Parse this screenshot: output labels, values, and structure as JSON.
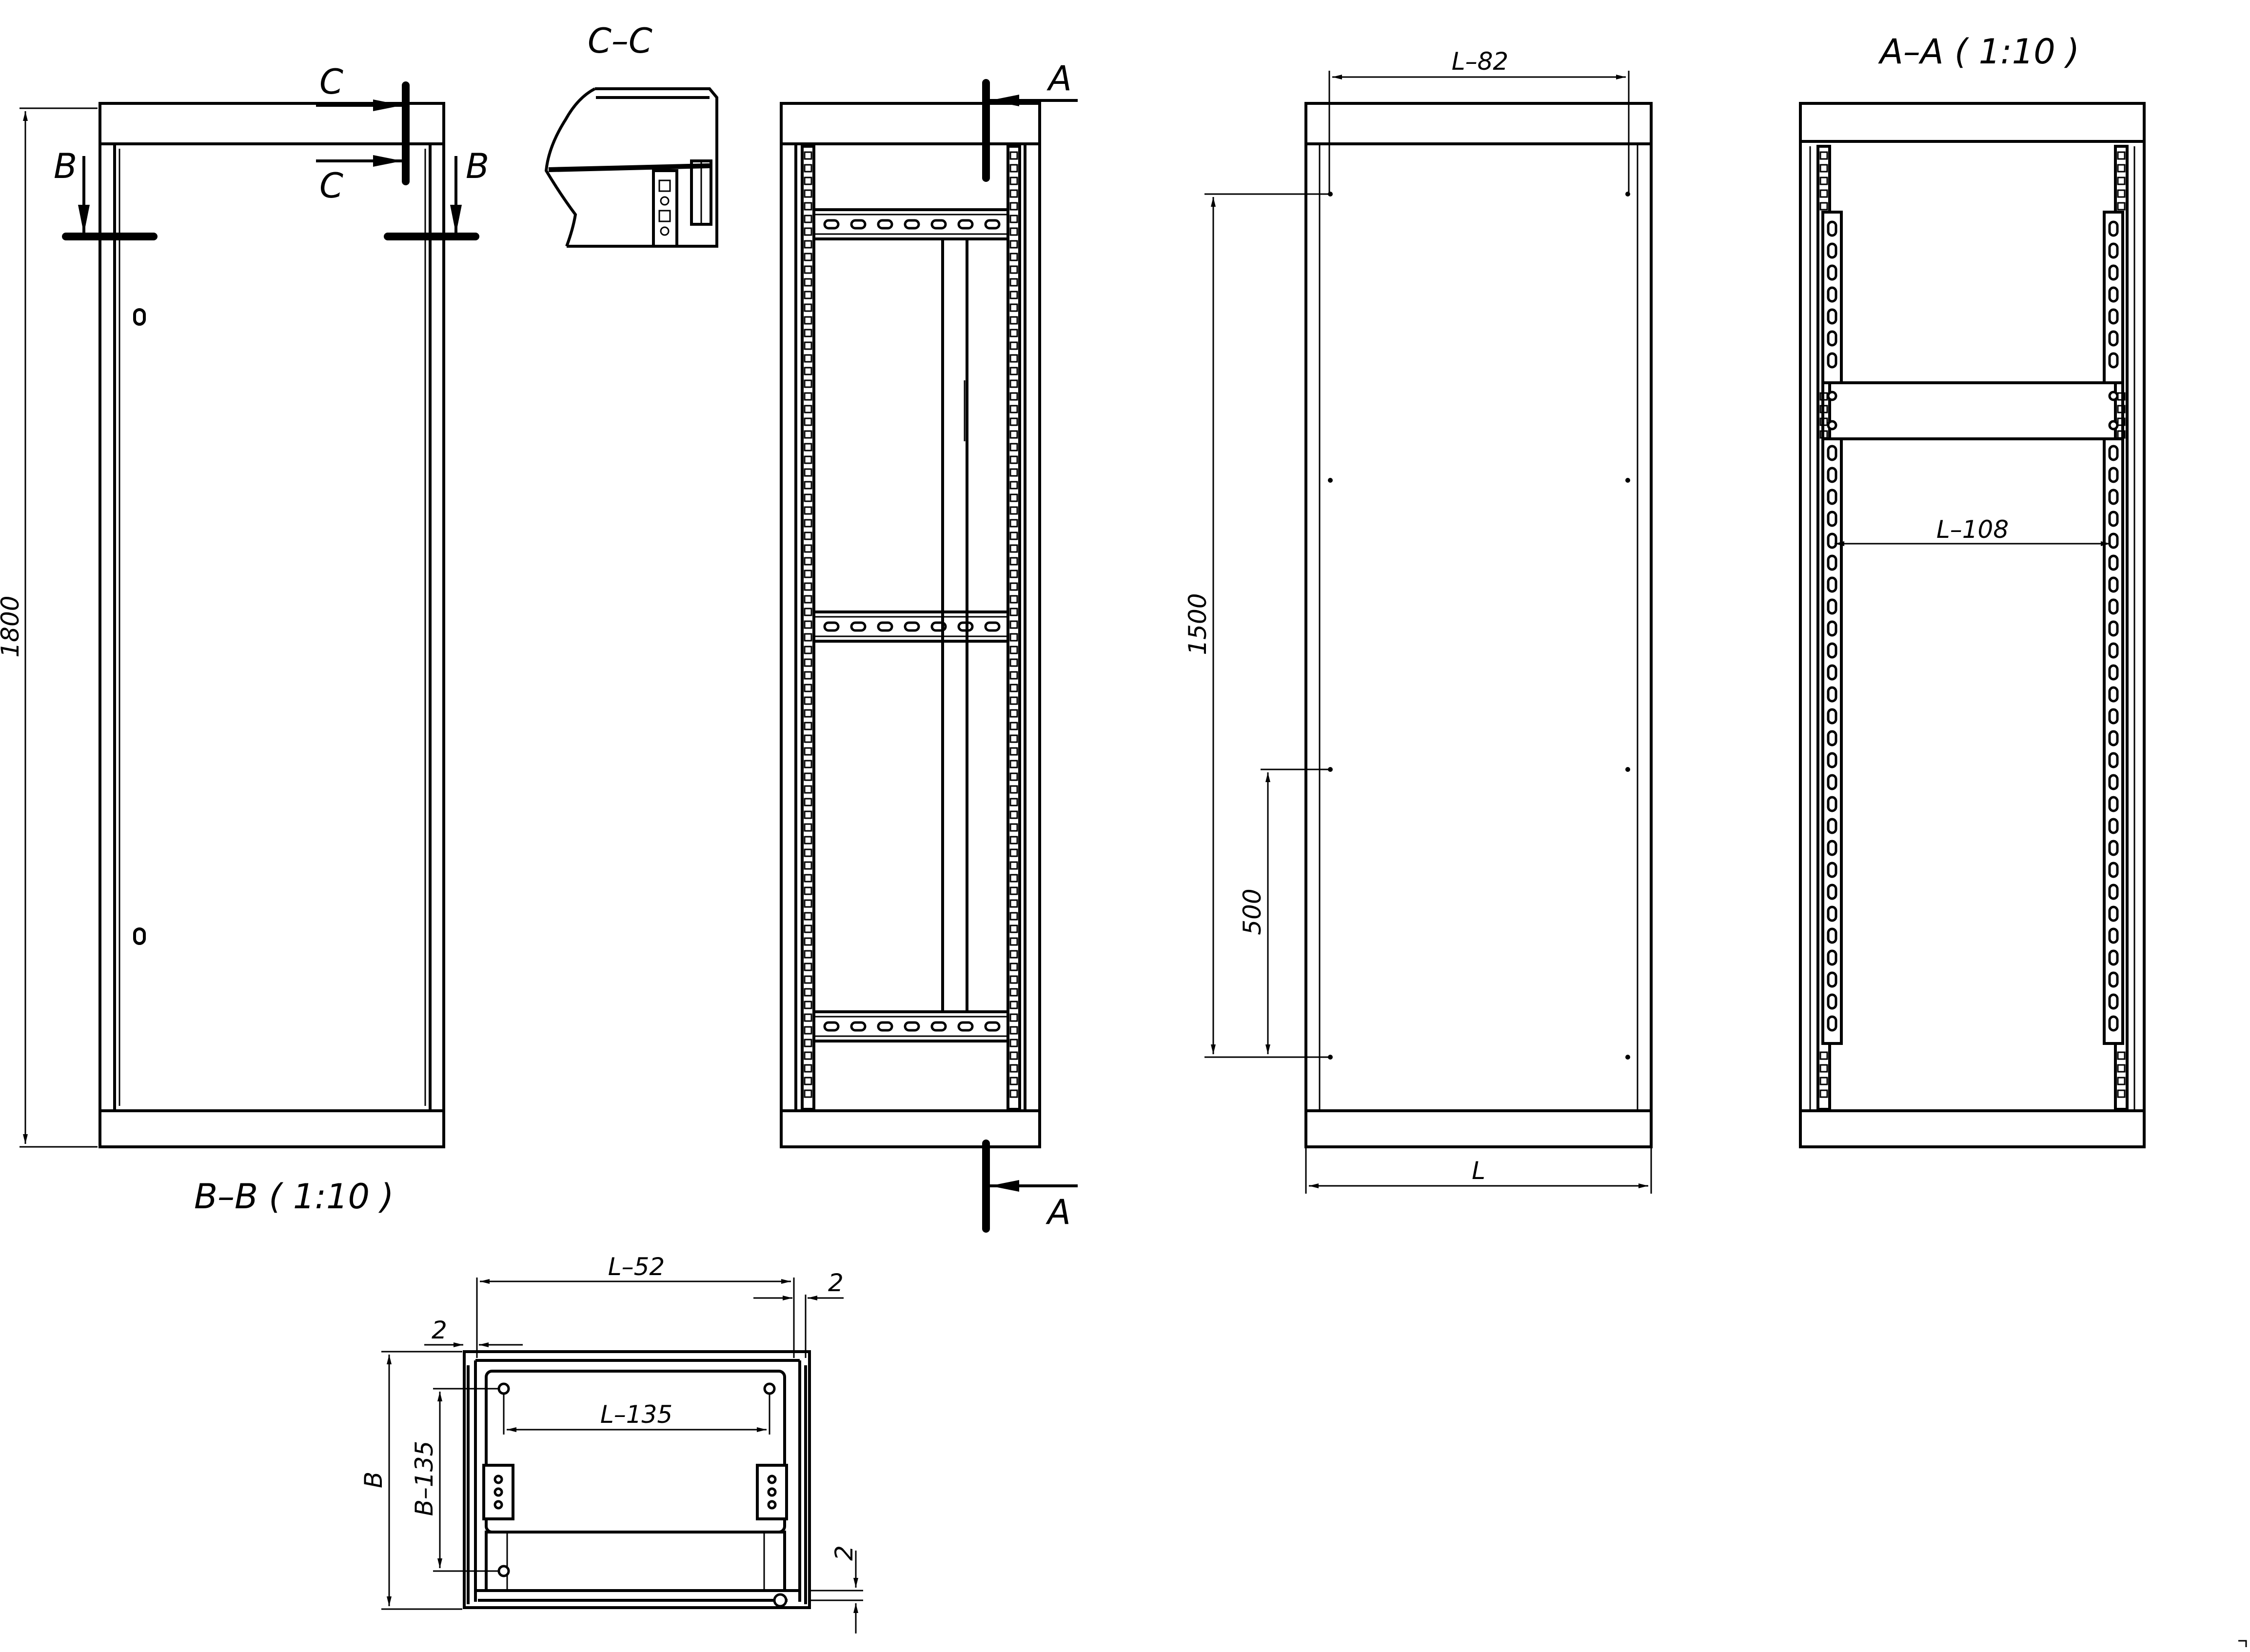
{
  "views": {
    "front_door_view": {
      "height_dim": "1800",
      "section_b_left": "B",
      "section_b_right": "B",
      "section_c_top": "C",
      "section_c_bottom": "C"
    },
    "section_cc": {
      "title": "C–C"
    },
    "front_open_view": {
      "section_a_top": "A",
      "section_a_bottom": "A"
    },
    "rear_view": {
      "top_width_dim": "L–82",
      "hole_span_dim": "1500",
      "lower_hole_dim": "500",
      "width_dim": "L"
    },
    "section_aa": {
      "title": "A–A ( 1:10 )",
      "rail_dim": "L–108"
    },
    "section_bb": {
      "title": "B–B ( 1:10 )",
      "top_width_dim": "L–52",
      "right_gap_dim": "2",
      "left_gap_dim": "2",
      "inner_width_dim": "L–135",
      "depth_dim": "B",
      "inner_depth_dim": "B–135",
      "bottom_gap_dim": "2"
    }
  }
}
